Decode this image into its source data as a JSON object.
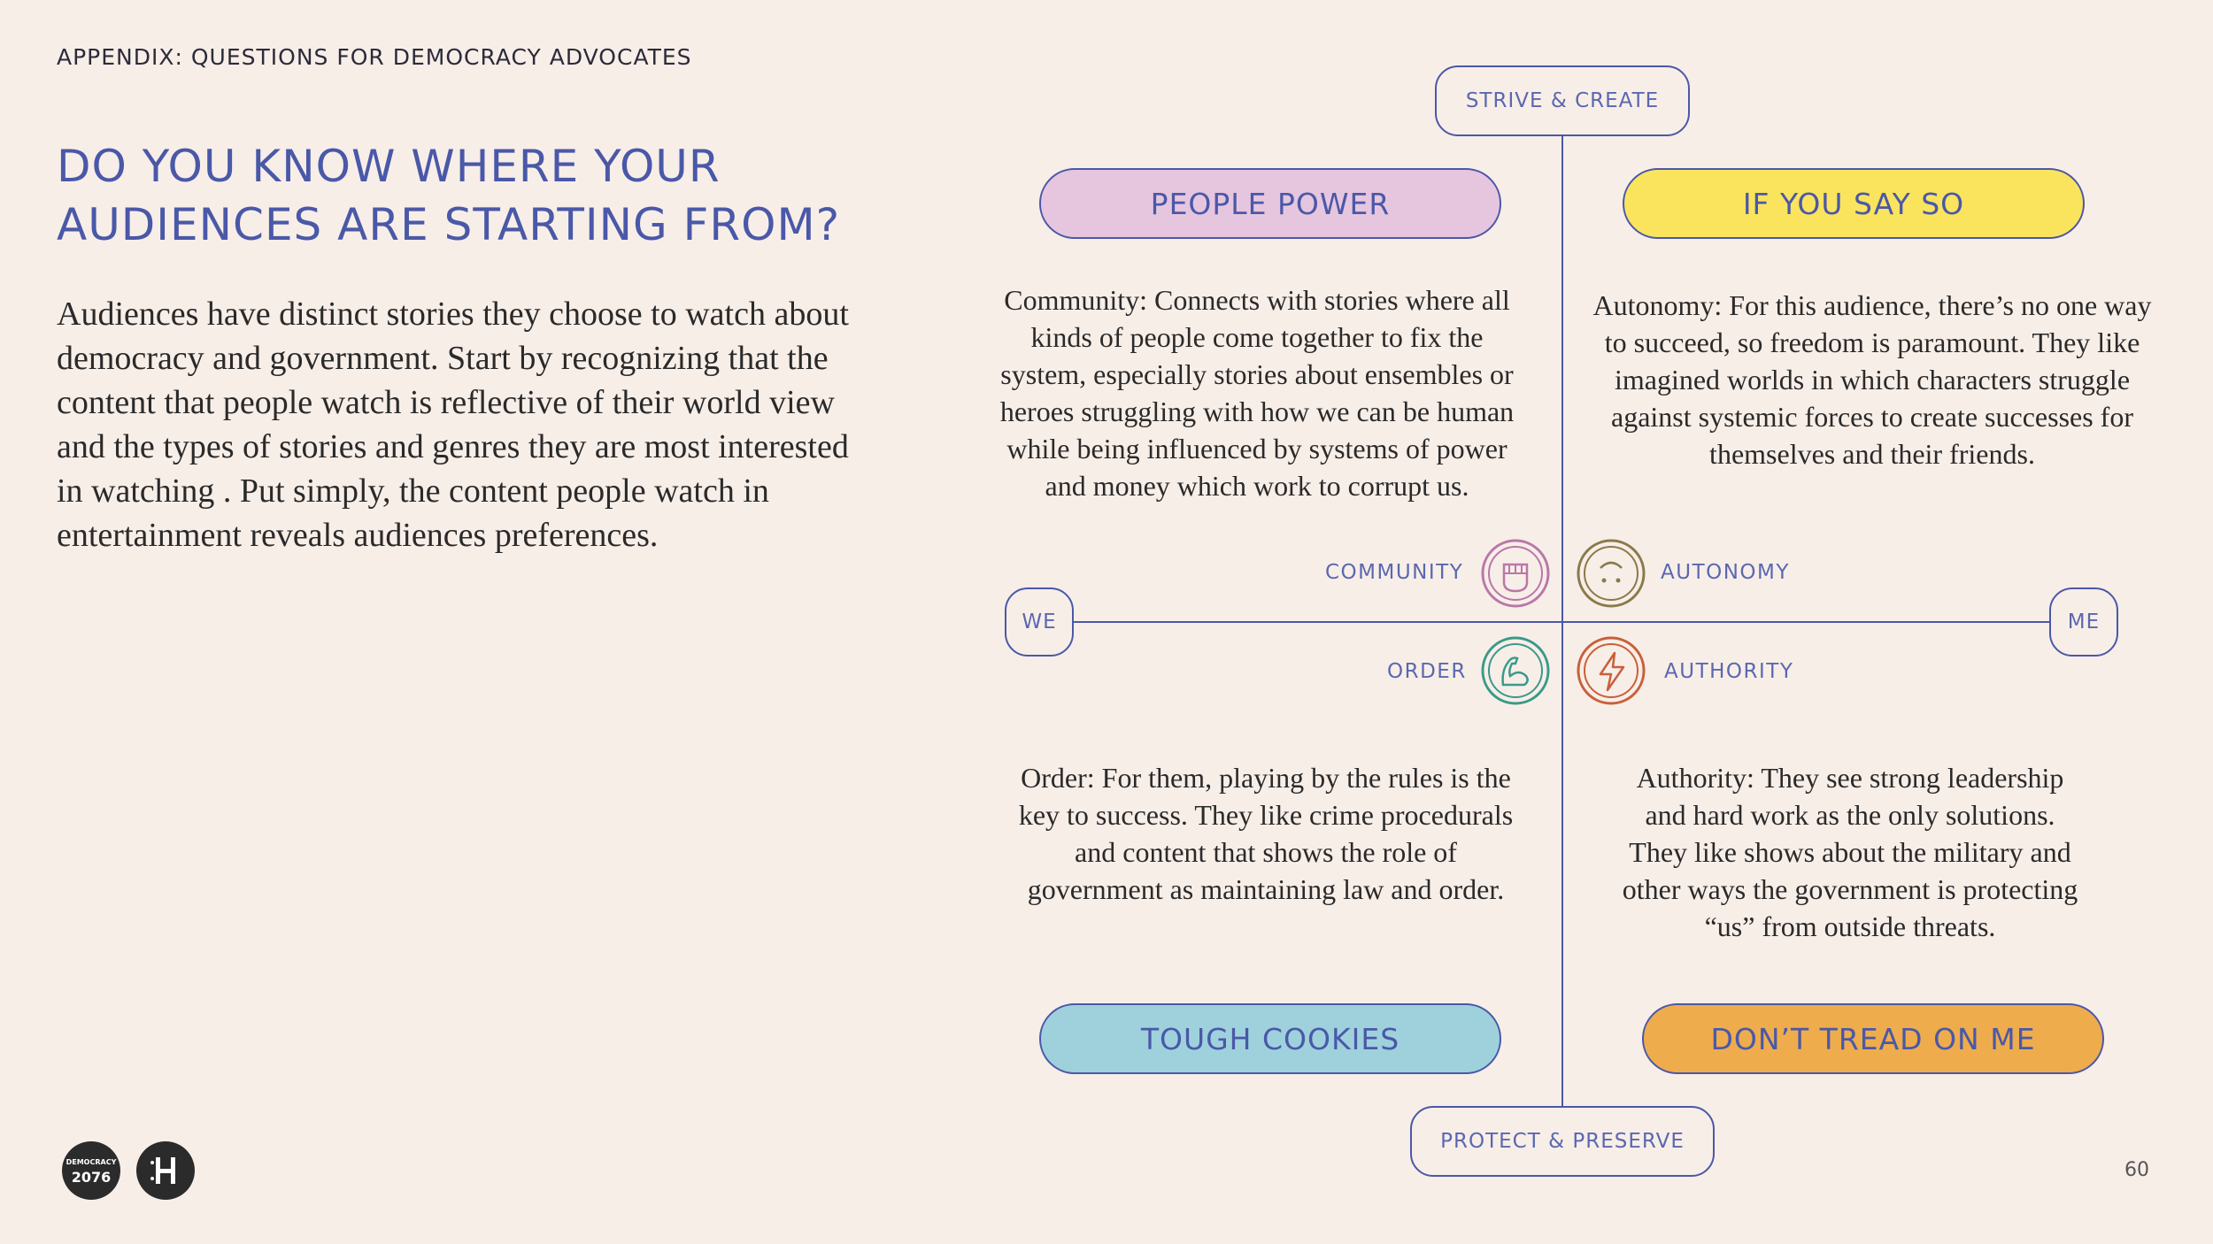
{
  "header": {
    "appendix": "APPENDIX: QUESTIONS FOR DEMOCRACY ADVOCATES"
  },
  "title": {
    "line1": "DO YOU KNOW WHERE YOUR",
    "line2": "AUDIENCES ARE STARTING FROM?"
  },
  "intro": "Audiences have distinct stories they choose to watch about democracy and government. Start by recognizing that the content that people watch is reflective of their world view and the types of stories and genres they are most interested in watching . Put simply, the content people watch in entertainment reveals audiences preferences.",
  "axes": {
    "top": "STRIVE & CREATE",
    "bottom": "PROTECT & PRESERVE",
    "left": "WE",
    "right": "ME"
  },
  "quadrants": {
    "top_left": {
      "pill": "PEOPLE POWER",
      "color": "#e6c6df",
      "label": "COMMUNITY",
      "icon": "raised-fist-icon",
      "icon_color": "#b878a8",
      "desc_lines": [
        "Community: Connects with stories where all",
        "kinds of people come together to fix the",
        "system, especially stories about ensembles or",
        "heroes struggling with how we can be human",
        "while being influenced by systems of power",
        "and money which work to corrupt us."
      ]
    },
    "top_right": {
      "pill": "IF YOU SAY SO",
      "color": "#fae45e",
      "label": "AUTONOMY",
      "icon": "upside-down-smile-icon",
      "icon_color": "#8a7a4a",
      "desc_lines": [
        "Autonomy: For this audience, there’s no one way",
        "to succeed, so freedom is paramount. They like",
        "imagined worlds in which characters struggle",
        "against systemic forces to create successes for",
        "themselves and their friends."
      ]
    },
    "bottom_left": {
      "pill": "TOUGH COOKIES",
      "color": "#9ed1dc",
      "label": "ORDER",
      "icon": "flexed-bicep-icon",
      "icon_color": "#3a9a8a",
      "desc_lines": [
        "Order: For them, playing by the rules is the",
        "key to success. They like crime procedurals",
        "and content that shows the role of",
        "government as maintaining law and order."
      ]
    },
    "bottom_right": {
      "pill": "DON’T TREAD ON ME",
      "color": "#eeac4d",
      "label": "AUTHORITY",
      "icon": "lightning-bolt-icon",
      "icon_color": "#c8603a",
      "desc_lines": [
        "Authority: They see strong leadership",
        "and hard work as the only solutions.",
        "They like shows about the military and",
        "other ways the government is protecting",
        "“us” from outside threats."
      ]
    }
  },
  "footer": {
    "page_number": "60",
    "logo1_top": "DEMOCRACY",
    "logo1_bottom": "2076"
  }
}
